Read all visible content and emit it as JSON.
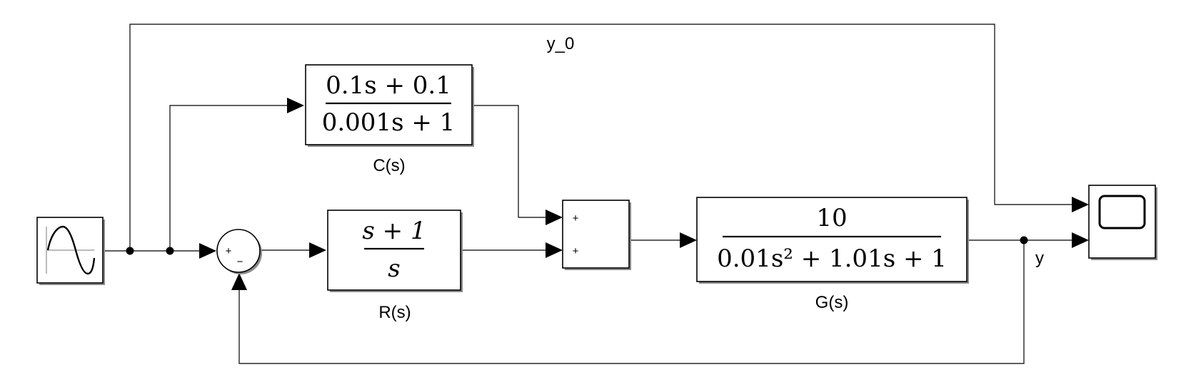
{
  "signals": {
    "y0_label": "y_0",
    "y_label": "y"
  },
  "blocks": {
    "controller_c": {
      "label": "C(s)",
      "num": "0.1s + 0.1",
      "den": "0.001s + 1"
    },
    "controller_r": {
      "label": "R(s)",
      "num": "s + 1",
      "den": "s"
    },
    "plant_g": {
      "label": "G(s)",
      "num": "10",
      "den": "0.01s² + 1.01s + 1"
    },
    "error_sum": {
      "plus": "+",
      "minus": "−"
    },
    "output_sum": {
      "plus_top": "+",
      "plus_bottom": "+"
    }
  },
  "icons": {
    "source": "sine-wave-icon",
    "sink": "scope-icon"
  }
}
